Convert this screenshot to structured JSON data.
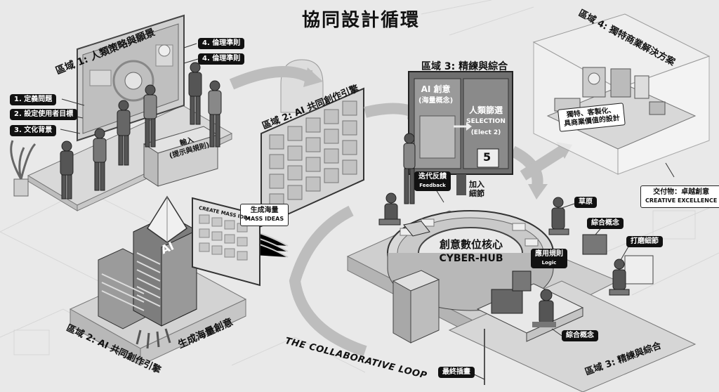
{
  "title": "協同設計循環",
  "zones": {
    "zone1": "區域 1: 人類策略與願景",
    "zone2_top": "區域 2: AI 共同創作引擎",
    "zone2_bottom": "區域 2: AI 共同創作引擎",
    "zone3_top": "區域 3: 精練與綜合",
    "zone3_bottom": "區域 3: 精練與綜合",
    "zone4": "區域 4: 獨特商業解決方案"
  },
  "zone1_items": [
    "1. 定義問題",
    "2. 設定使用者目標",
    "3. 文化背景"
  ],
  "ethics_tags": [
    "4. 倫理準則",
    "4. 倫理準則"
  ],
  "input_box": {
    "line1": "輸入",
    "line2": "(提示與規則)"
  },
  "ai_core_label": "AI",
  "mass_ideas": {
    "zh": "生成海量",
    "en": "MASS IDEAS"
  },
  "mass_screen_text": "CREATE MASS IDEA",
  "generate_label": "生成海量創意",
  "zone3_screen": {
    "left_title": "AI 創意",
    "left_sub": "(海量概念)",
    "right_title": "人類篩選",
    "right_en": "SELECTION",
    "right_sub": "(Elect 2)",
    "number": "5"
  },
  "add_detail": {
    "line1": "加入",
    "line2": "細節"
  },
  "feedback": {
    "zh": "迭代反饋",
    "en": "Feedback"
  },
  "hub": {
    "zh": "創意數位核心",
    "en": "CYBER-HUB"
  },
  "logic": {
    "zh": "應用規則",
    "en": "Logic"
  },
  "sketch": "草原",
  "synthesize_1": "綜合概念",
  "polish": "打磨細節",
  "synthesize_2": "綜合概念",
  "final": "最終插畫",
  "zone4_card": {
    "line1": "獨特、客製化、",
    "line2": "具商業價值的設計"
  },
  "deliverable": {
    "zh": "交付物：卓越創意",
    "en": "CREATIVE EXCELLENCE"
  },
  "loop_text": "THE COLLABORATIVE LOOP"
}
